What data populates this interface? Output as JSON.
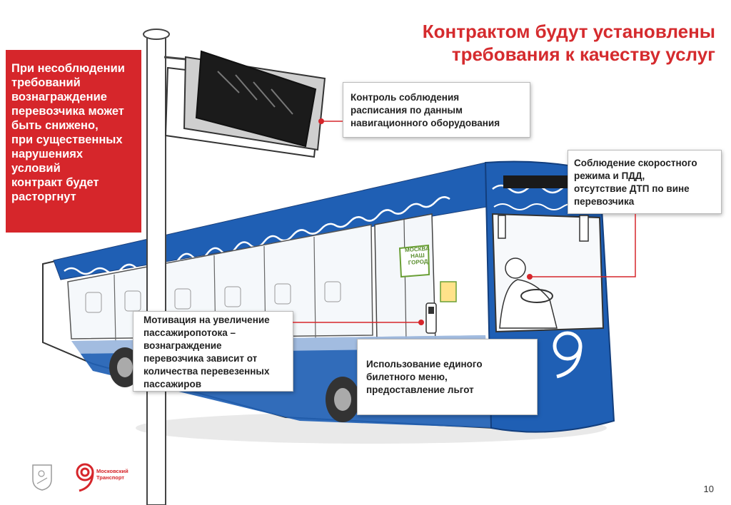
{
  "title": {
    "line1": "Контрактом будут установлены",
    "line2": "требования к качеству услуг"
  },
  "warning": {
    "lines": [
      "При несоблюдении",
      "требований",
      "вознаграждение",
      "перевозчика может",
      "быть снижено,",
      "при существенных",
      "нарушениях",
      "условий",
      "контракт будет",
      "расторгнут"
    ]
  },
  "callouts": {
    "schedule": [
      "Контроль соблюдения",
      "расписания по данным",
      "навигационного оборудования"
    ],
    "speed": [
      "Соблюдение скоростного",
      "режима и ПДД,",
      "отсутствие ДТП по вине",
      "перевозчика"
    ],
    "motivation": [
      "Мотивация на увеличение",
      "пассажиропотока –",
      "вознаграждение",
      "перевозчика зависит от",
      "количества перевезенных",
      "пассажиров"
    ],
    "ticket": [
      "Использование единого",
      "билетного меню,",
      "предоставление льгот"
    ]
  },
  "bus_sign": [
    "МОСКВА",
    "НАШ",
    "ГОРОД"
  ],
  "footer": {
    "brand_line1": "Московский",
    "brand_line2": "Транспорт",
    "page_number": "10"
  },
  "colors": {
    "accent_red": "#d6262b",
    "bus_blue": "#1f5fb4"
  },
  "icons": [
    "moscow-coat-of-arms-icon",
    "moscow-transport-logo-icon"
  ]
}
